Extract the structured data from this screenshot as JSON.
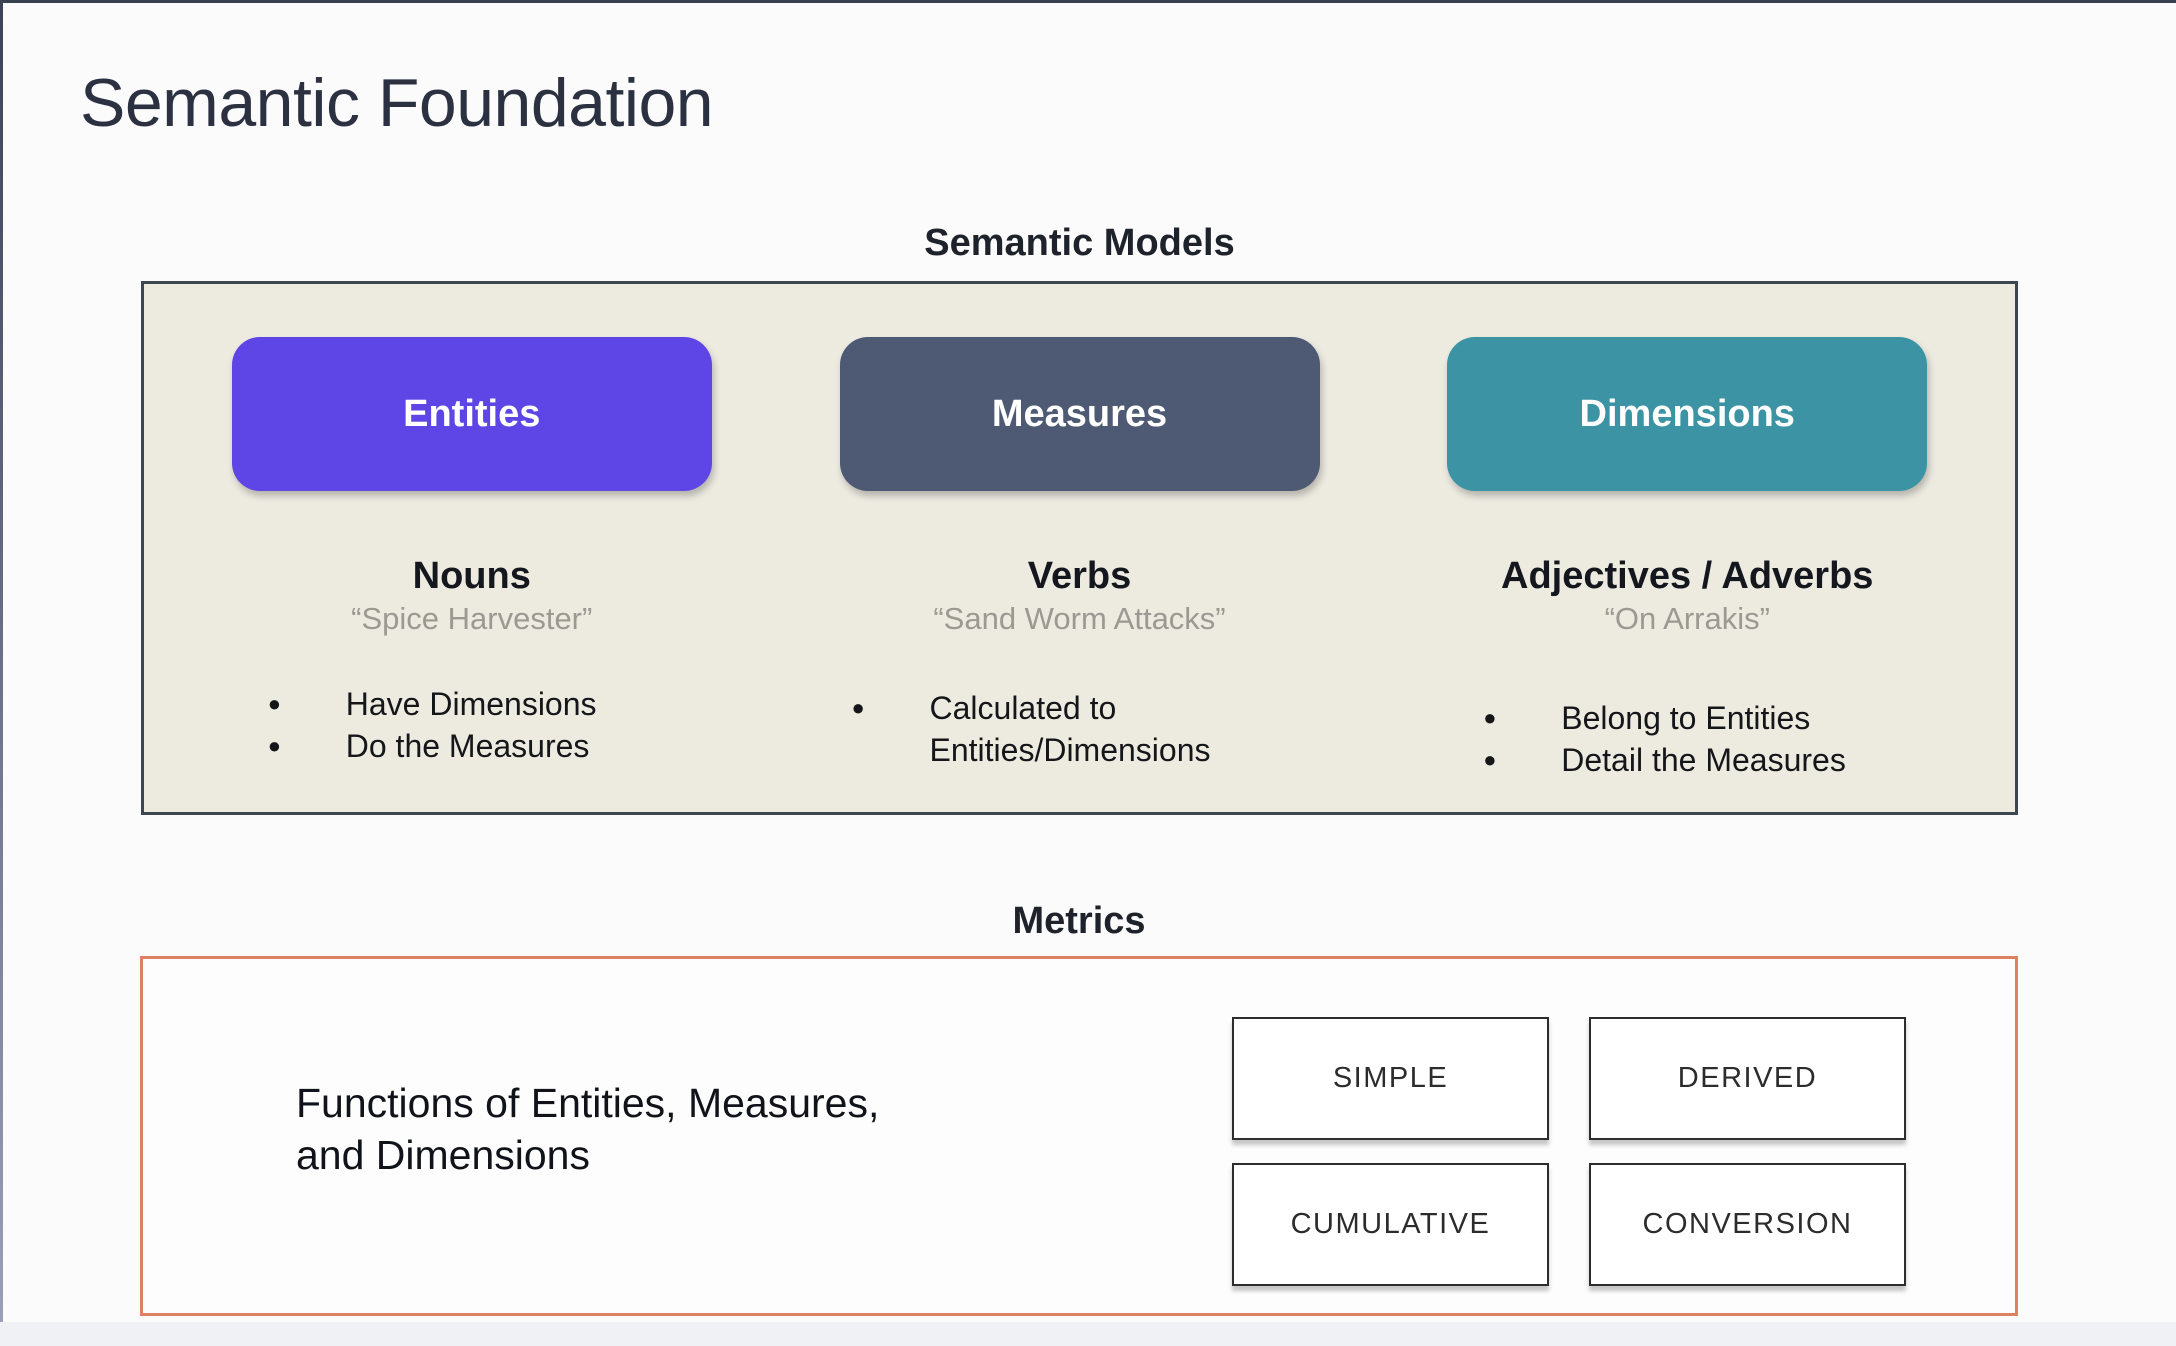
{
  "slide": {
    "title": "Semantic Foundation"
  },
  "icons": {
    "bullet_glyph": "●"
  },
  "semantic_models": {
    "heading": "Semantic Models",
    "panel_bg": "#edebe0",
    "panel_border": "#3e4650",
    "columns": [
      {
        "button_label": "Entities",
        "button_color": "#5e46e6",
        "role": "Nouns",
        "example": "“Spice Harvester”",
        "bullets": [
          "Have Dimensions",
          "Do the Measures"
        ]
      },
      {
        "button_label": "Measures",
        "button_color": "#4e5a73",
        "role": "Verbs",
        "example": "“Sand Worm Attacks”",
        "bullets": [
          "Calculated to Entities/Dimensions"
        ]
      },
      {
        "button_label": "Dimensions",
        "button_color": "#3b93a3",
        "role": "Adjectives / Adverbs",
        "example": "“On Arrakis”",
        "bullets": [
          "Belong to Entities",
          "Detail the Measures"
        ]
      }
    ]
  },
  "metrics": {
    "heading": "Metrics",
    "description": "Functions of Entities, Measures,\nand Dimensions",
    "border_color": "#dd8164",
    "types": [
      "SIMPLE",
      "DERIVED",
      "CUMULATIVE",
      "CONVERSION"
    ]
  }
}
